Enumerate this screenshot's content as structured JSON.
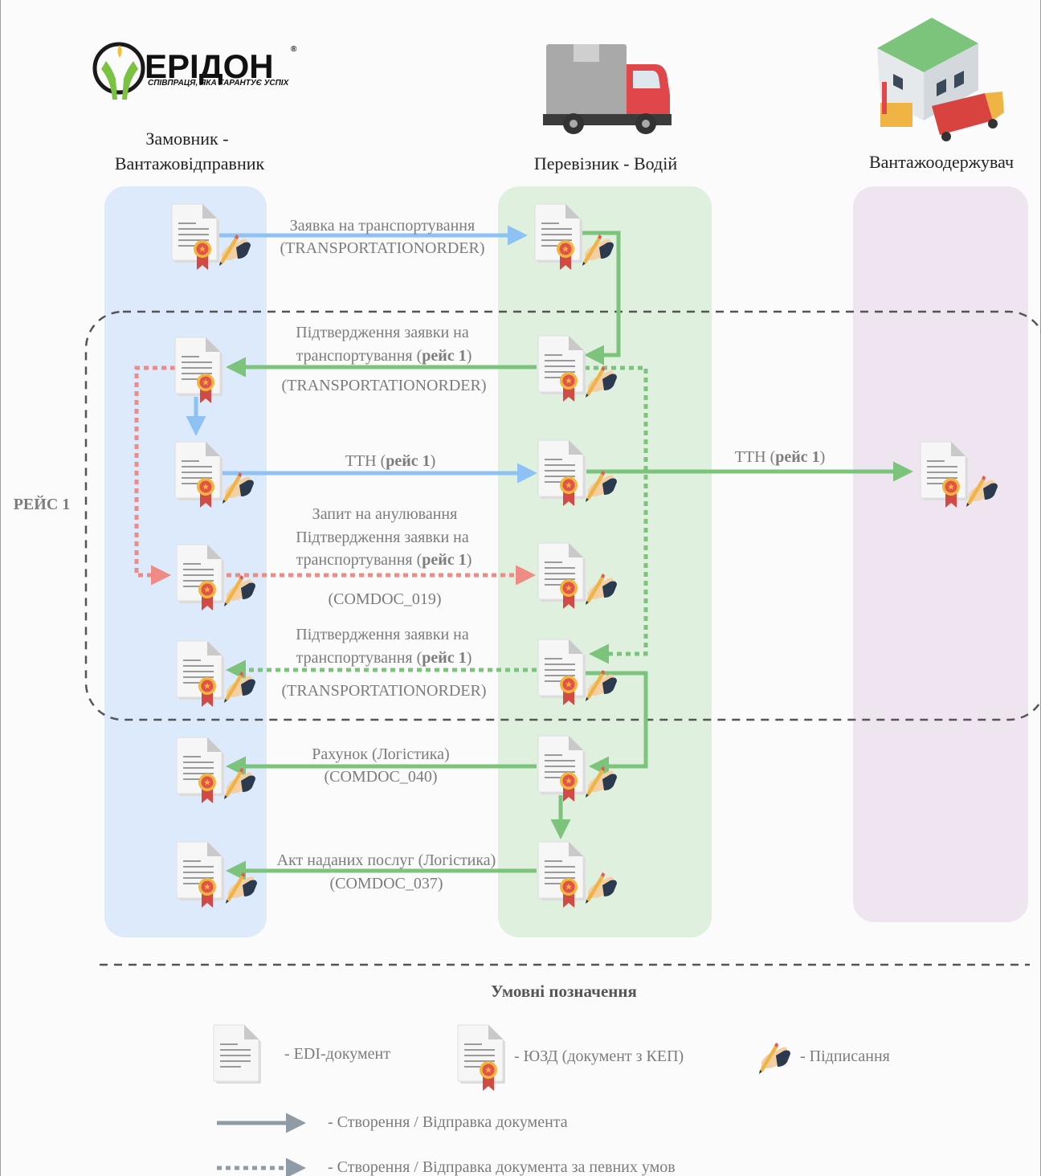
{
  "logo": {
    "name": "ЕРІДОН",
    "registered_mark": "®",
    "slogan": "СПІВПРАЦЯ, ЯКА ГАРАНТУЄ УСПІХ"
  },
  "columns": {
    "sender": {
      "line1": "Замовник -",
      "line2": "Вантажовідправник",
      "color": "#dceafb"
    },
    "carrier": {
      "label": "Перевізник - Водій",
      "color": "#dff0df"
    },
    "receiver": {
      "label": "Вантажоодержувач",
      "color": "#efe5f0"
    }
  },
  "trip_group": {
    "label": "РЕЙС 1"
  },
  "messages": {
    "order": {
      "line1": "Заявка на транспортування",
      "line2": "(TRANSPORTATIONORDER)"
    },
    "confirm": {
      "line1": "Підтвердження заявки на",
      "line2_plain": "транспортування (",
      "line2_bold": "рейс 1",
      "line2_end": ")",
      "line3": "(TRANSPORTATIONORDER)"
    },
    "ttn_sender": {
      "plain": "ТТН (",
      "bold": "рейс 1",
      "end": ")"
    },
    "ttn_receiver": {
      "plain": "ТТН (",
      "bold": "рейс 1",
      "end": ")"
    },
    "cancel": {
      "line1": "Запит на анулювання",
      "line2": "Підтвердження заявки на",
      "line3_plain": "транспортування (",
      "line3_bold": "рейс 1",
      "line3_end": ")",
      "line4": "(COMDOC_019)"
    },
    "confirm2": {
      "line1": "Підтвердження заявки на",
      "line2_plain": "транспортування (",
      "line2_bold": "рейс 1",
      "line2_end": ")",
      "line3": "(TRANSPORTATIONORDER)"
    },
    "invoice": {
      "line1": "Рахунок (Логістика)",
      "line2": "(COMDOC_040)"
    },
    "act": {
      "line1": "Акт наданих послуг (Логістика)",
      "line2": "(COMDOC_037)"
    }
  },
  "legend": {
    "title": "Умовні позначення",
    "edi": "-  EDI-документ",
    "yuzd": "-  ЮЗД (документ з КЕП)",
    "signing": "-  Підписання",
    "send": "-  Створення / Відправка документа",
    "send_conditional": "-  Створення / Відправка документа за певних умов"
  },
  "colors": {
    "blue_arrow": "#8ec2f4",
    "green_arrow": "#7cc47c",
    "red_arrow": "#ee8b84",
    "gray_arrow": "#8f9ca6"
  }
}
